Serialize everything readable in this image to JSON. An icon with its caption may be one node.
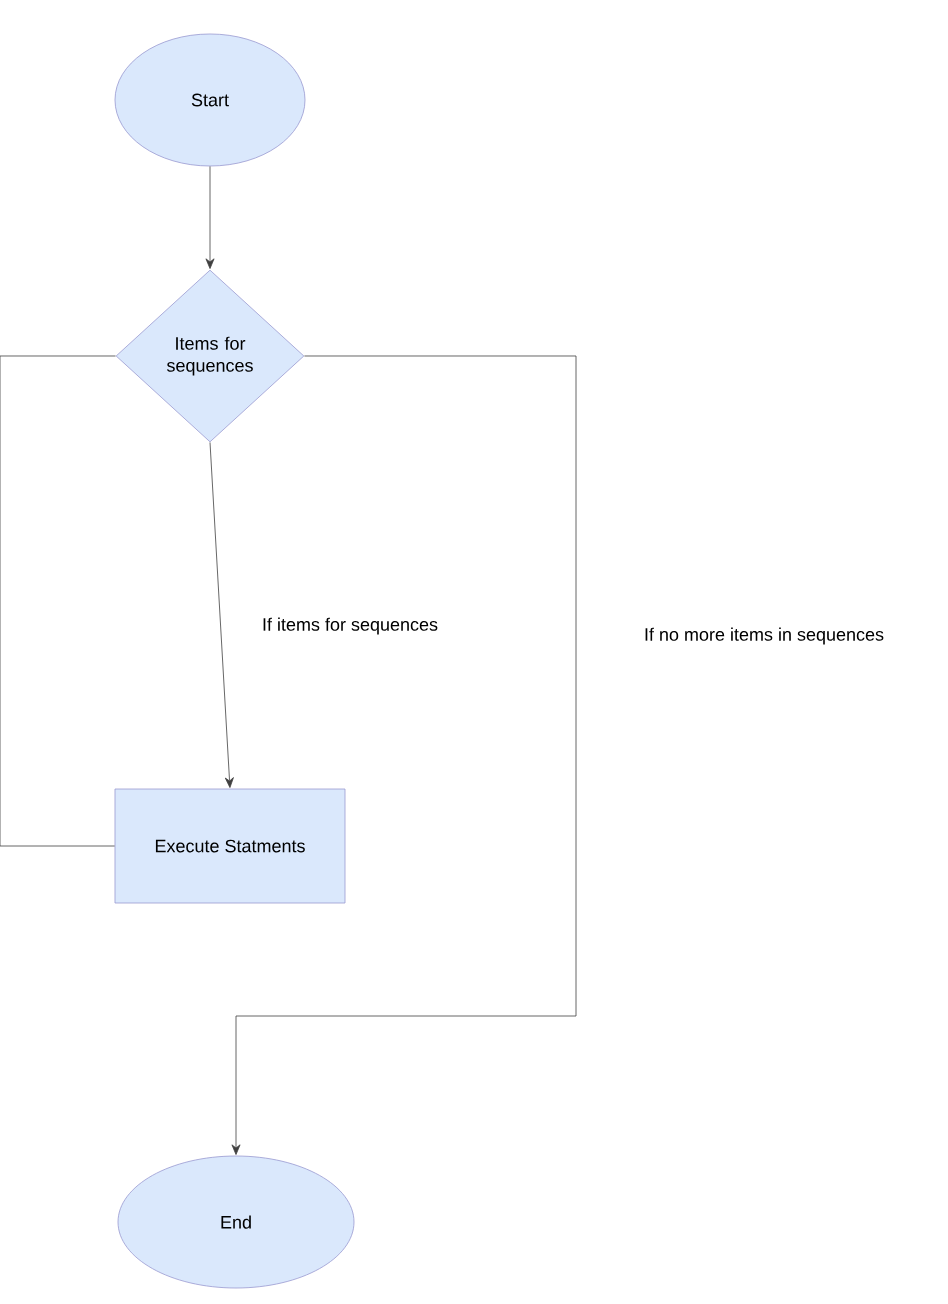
{
  "diagram": {
    "nodes": [
      {
        "text": [
          "Start"
        ]
      },
      {
        "text": [
          "Items for sequences"
        ]
      },
      {
        "text": [
          "Execute Statments"
        ]
      },
      {
        "text": [
          "End"
        ]
      }
    ],
    "edges": [
      {
        "from": 0,
        "to": 1,
        "arrow": "to"
      },
      {
        "from": 1,
        "to": 2,
        "arrow": "to",
        "label": "If items for sequences"
      },
      {
        "from": 2,
        "to": 1,
        "arrow": "none"
      },
      {
        "from": 1,
        "to": 3,
        "arrow": "to",
        "label": "If no more items in sequences"
      }
    ]
  }
}
